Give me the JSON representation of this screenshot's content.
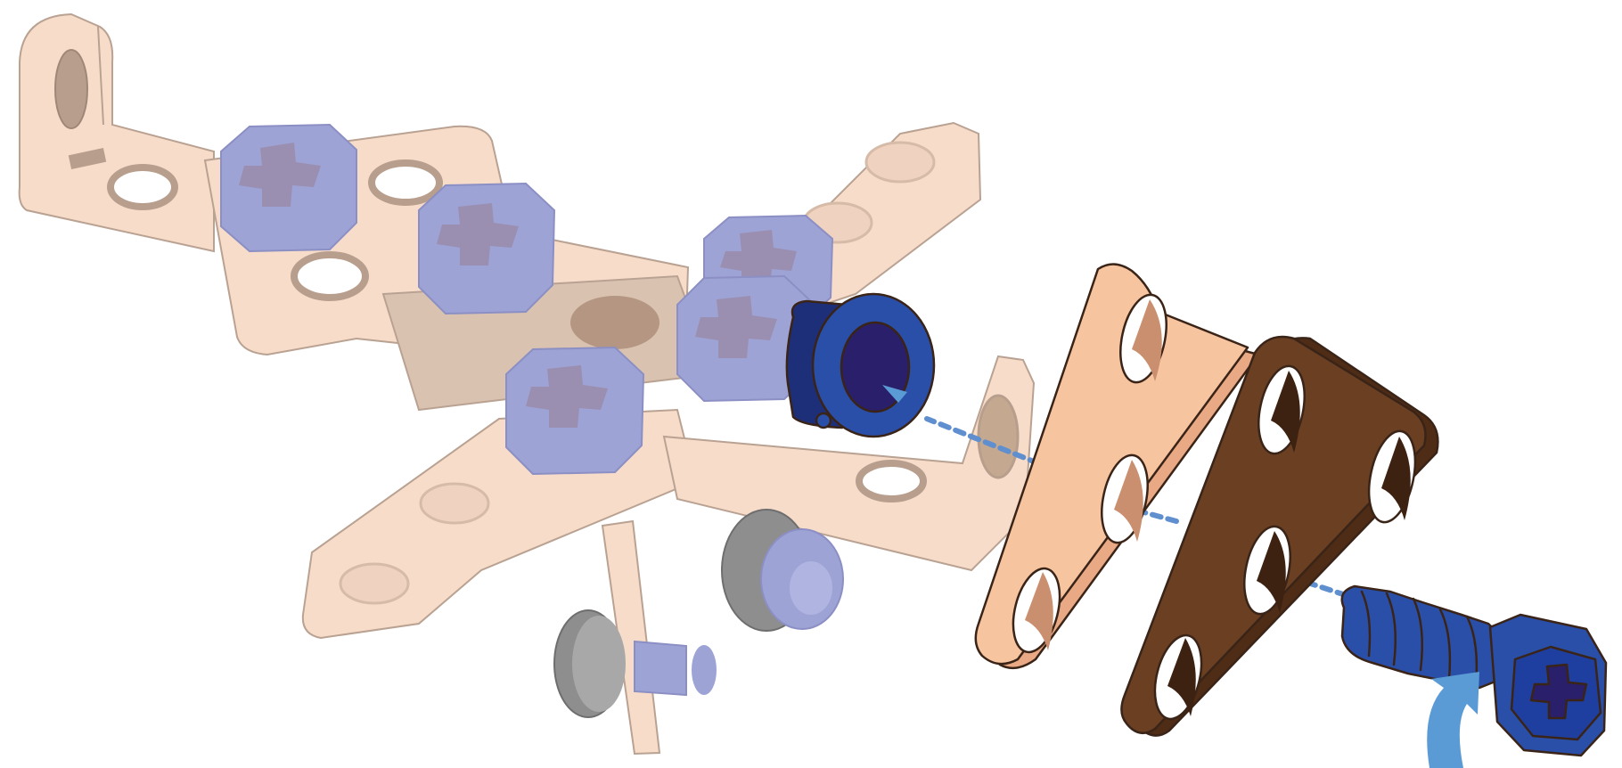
{
  "colors": {
    "background": "#ffffff",
    "ghost_plate": "#f7dcca",
    "ghost_plate_stroke": "#b9a292",
    "ghost_hole": "#b89e8c",
    "ghost_bolt": "#9ea3d6",
    "ghost_bolt_dark": "#8b8fc4",
    "ghost_cross": "#9a8fb0",
    "ghost_gray": "#9a9a9a",
    "peach_plate": "#f7c4a0",
    "peach_hole": "#c98f6e",
    "brown_plate": "#6a3f22",
    "brown_plate_light": "#7b4a29",
    "blue_part": "#2a4fa8",
    "blue_dark": "#1e2f7a",
    "blue_hole": "#2a1f6a",
    "dash": "#5f8fcf",
    "arrow": "#5b9bd5"
  },
  "parts": [
    {
      "name": "assembled-airplane-body",
      "state": "already-assembled"
    },
    {
      "name": "spacer-ring",
      "color": "blue"
    },
    {
      "name": "triangle-plate-front",
      "color": "peach"
    },
    {
      "name": "triangle-plate-back",
      "color": "brown"
    },
    {
      "name": "screw",
      "color": "blue"
    }
  ],
  "icons": {
    "rotate_arrow": "curved-arrow-icon",
    "guide_lines": "dashed-line"
  }
}
